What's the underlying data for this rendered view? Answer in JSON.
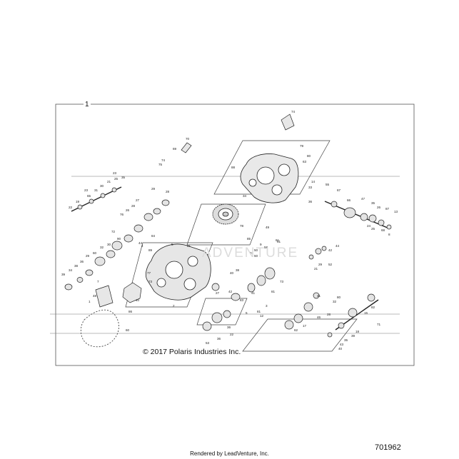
{
  "frame_number": "1",
  "copyright": "© 2017 Polaris Industries Inc.",
  "document_number": "701962",
  "rendered_by": "Rendered by LeadVenture, Inc.",
  "watermark": "ADVENTURE",
  "part_labels": [
    "74",
    "79",
    "88",
    "80",
    "63",
    "14",
    "55",
    "67",
    "33",
    "36",
    "13",
    "47",
    "66",
    "35",
    "26",
    "87",
    "24",
    "25",
    "68",
    "8",
    "70",
    "69",
    "74",
    "75",
    "23",
    "22",
    "23",
    "19",
    "65",
    "31",
    "30",
    "21",
    "25",
    "35",
    "29",
    "28",
    "27",
    "28",
    "26",
    "76",
    "72",
    "34",
    "78",
    "49",
    "51",
    "50",
    "85",
    "61",
    "50",
    "58",
    "91",
    "9",
    "44",
    "84",
    "4",
    "89",
    "5",
    "31",
    "39",
    "34",
    "38",
    "36",
    "29",
    "60",
    "32",
    "30",
    "90",
    "41",
    "81",
    "82",
    "2",
    "7",
    "48",
    "1",
    "40",
    "86",
    "77",
    "73",
    "40",
    "73",
    "42",
    "27",
    "38",
    "83",
    "5",
    "81",
    "3",
    "12",
    "60",
    "36",
    "22",
    "36",
    "53",
    "62",
    "17",
    "46",
    "28",
    "32",
    "41",
    "80",
    "15",
    "71",
    "18",
    "39",
    "35",
    "43",
    "40",
    "42",
    "44",
    "52",
    "29",
    "21"
  ],
  "colors": {
    "line": "#333333",
    "frame": "#555555",
    "watermark": "#dcdcdc"
  }
}
